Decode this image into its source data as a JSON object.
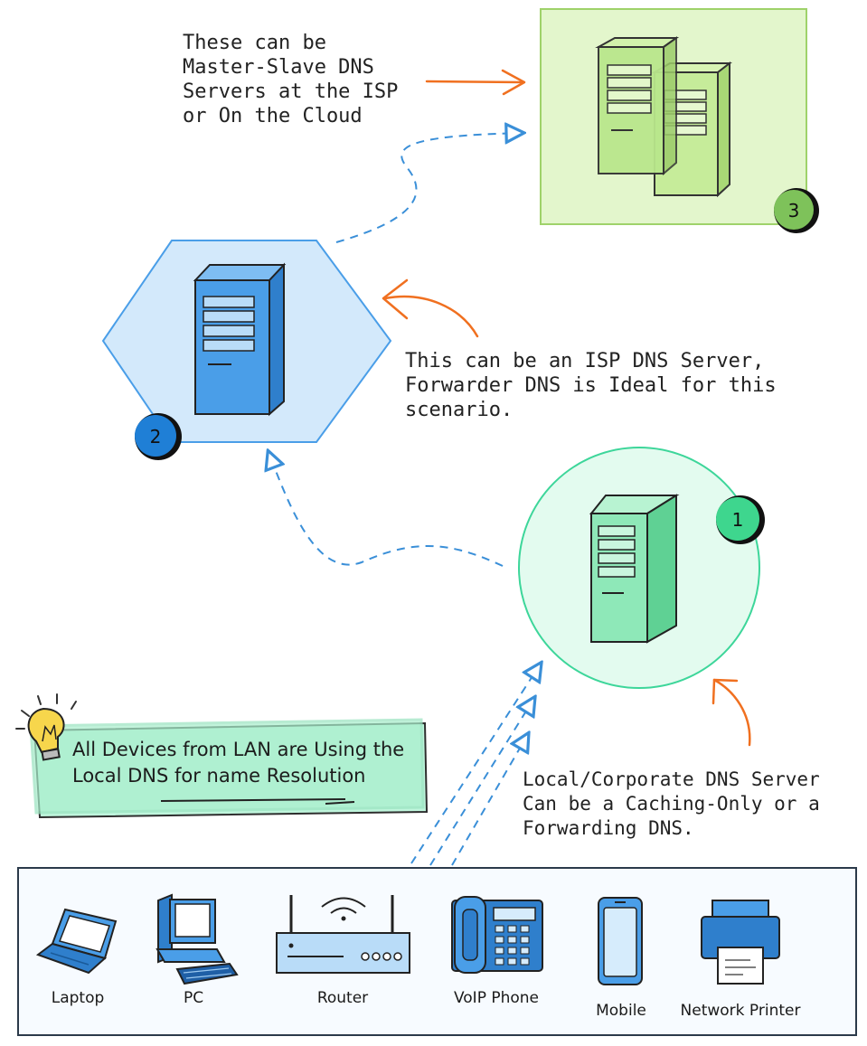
{
  "notes": {
    "cloud": "These can be\nMaster-Slave DNS\nServers at the ISP\nor On the Cloud",
    "isp": "This can be an ISP DNS Server,\nForwarder DNS is Ideal for this\nscenario.",
    "local": "Local/Corporate DNS Server\nCan be a Caching-Only or a\nForwarding DNS."
  },
  "callout": {
    "text": "All Devices from LAN are Using the\nLocal DNS for name Resolution",
    "icon": "lightbulb-icon"
  },
  "badges": {
    "local": "1",
    "isp": "2",
    "cloud": "3"
  },
  "devices": [
    {
      "label": "Laptop",
      "icon": "laptop-icon"
    },
    {
      "label": "PC",
      "icon": "desktop-pc-icon"
    },
    {
      "label": "Router",
      "icon": "router-icon"
    },
    {
      "label": "VoIP Phone",
      "icon": "voip-phone-icon"
    },
    {
      "label": "Mobile",
      "icon": "mobile-icon"
    },
    {
      "label": "Network Printer",
      "icon": "printer-icon"
    }
  ],
  "colors": {
    "local": "#8ee8b8",
    "isp": "#4a9ee8",
    "cloud": "#b6e586",
    "arrow": "#f07020",
    "link": "#3a8fd8"
  }
}
